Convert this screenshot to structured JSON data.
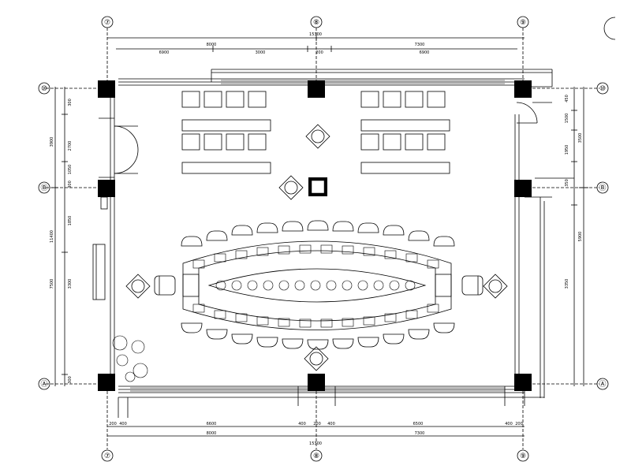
{
  "grid": {
    "columns": [
      "⑦",
      "⑧",
      "⑨"
    ],
    "rows": [
      "⑩",
      "Ⓑ",
      "Ⓐ"
    ]
  },
  "dimensions": {
    "top_total": "15300",
    "top_segments": [
      "8000",
      "7300"
    ],
    "top_detail": [
      "6900",
      "3000",
      "200",
      "6900"
    ],
    "bottom_total": "15300",
    "bottom_segments": [
      "8000",
      "7300"
    ],
    "bottom_detail": [
      "200",
      "400",
      "6600",
      "400",
      "200",
      "400",
      "6500",
      "400",
      "200"
    ],
    "left_total": "11400",
    "left_segments": [
      "3900",
      "7500"
    ],
    "left_detail": [
      "300",
      "2700",
      "1050",
      "300",
      "1850",
      "3300",
      "300"
    ],
    "right_segments": [
      "3500",
      "5900"
    ],
    "right_detail": [
      "450",
      "1500",
      "1950",
      "350",
      "3350"
    ]
  },
  "legend": {
    "stroke_color": "#000000",
    "fill_column": "#000000"
  }
}
